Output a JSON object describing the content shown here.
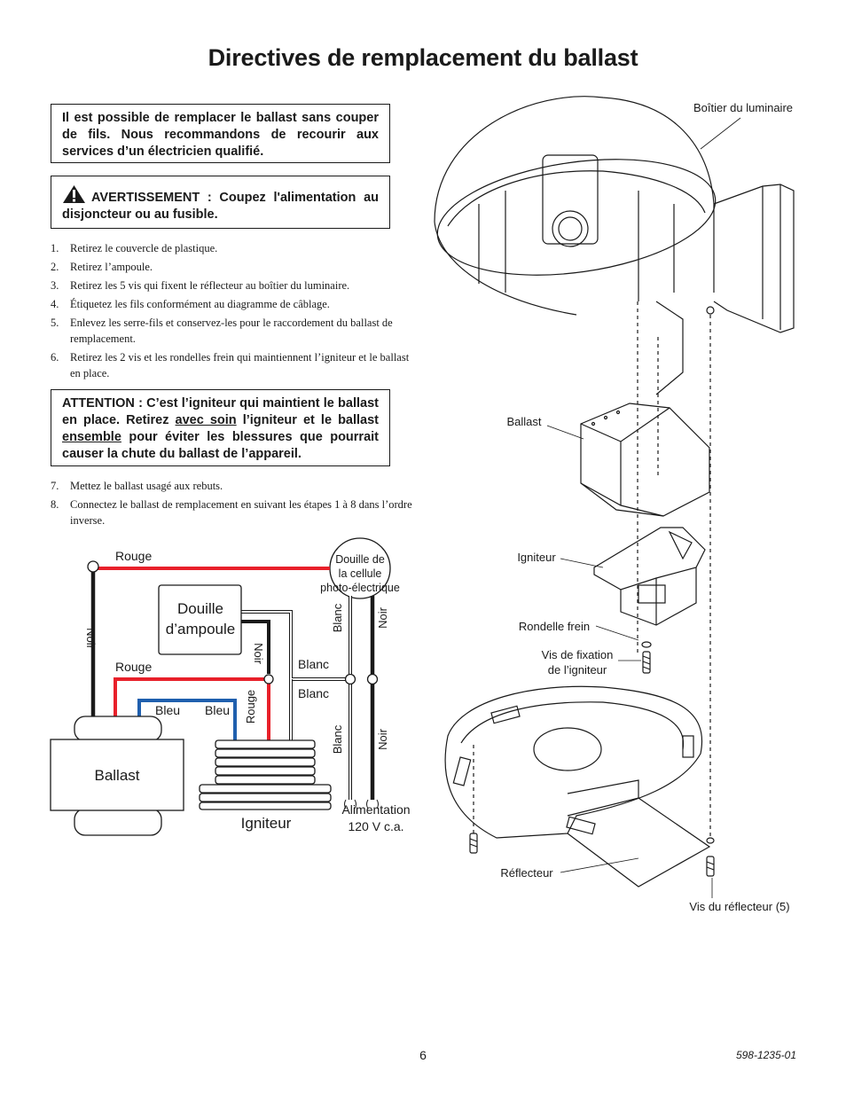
{
  "page": {
    "title": "Directives de remplacement du ballast",
    "page_number": "6",
    "doc_code": "598-1235-01"
  },
  "notice": {
    "text": "Il est possible de remplacer le ballast sans couper de fils. Nous recommandons de recourir aux services d’un électricien qualifié."
  },
  "warning": {
    "text": "AVERTISSEMENT : Coupez l'alimentation au disjoncteur ou au fusible.",
    "icon": "warning-triangle-icon"
  },
  "steps_a": [
    {
      "n": "1.",
      "text": "Retirez le couvercle de plastique."
    },
    {
      "n": "2.",
      "text": "Retirez l’ampoule."
    },
    {
      "n": "3.",
      "text": "Retirez les 5 vis qui fixent le réflecteur au boîtier du luminaire."
    },
    {
      "n": "4.",
      "text": "Étiquetez les fils conformément au diagramme de câblage."
    },
    {
      "n": "5.",
      "text": "Enlevez les serre-fils et conservez-les pour le raccordement du ballast de remplacement."
    },
    {
      "n": "6.",
      "text": "Retirez les 2 vis et les rondelles frein qui maintiennent l’igniteur et le ballast en place."
    }
  ],
  "caution": {
    "part1": "ATTENTION : C’est l’igniteur qui maintient le ballast en place. Retirez ",
    "underline1": "avec soin",
    "part2": " l’igniteur et le ballast ",
    "underline2": "ensemble",
    "part3": " pour éviter les blessures que pourrait causer la chute du ballast de l’appareil."
  },
  "steps_b": [
    {
      "n": "7.",
      "text": "Mettez le ballast usagé aux rebuts."
    },
    {
      "n": "8.",
      "text": "Connectez le ballast de remplacement en suivant les étapes 1 à 8 dans l’ordre inverse."
    }
  ],
  "wiring": {
    "rouge_top": "Rouge",
    "rouge_mid": "Rouge",
    "rouge_vert": "Rouge",
    "noir_left": "Noir",
    "noir_mid": "Noir",
    "noir_right_top": "Noir",
    "noir_right_bottom": "Noir",
    "bleu_1": "Bleu",
    "bleu_2": "Bleu",
    "blanc_1": "Blanc",
    "blanc_2": "Blanc",
    "blanc_vert_top": "Blanc",
    "blanc_vert_bottom": "Blanc",
    "photocell": [
      "Douille de",
      "la cellule",
      "photo-électrique"
    ],
    "socket": [
      "Douille",
      "d’ampoule"
    ],
    "ballast": "Ballast",
    "igniter": "Igniteur",
    "power": [
      "Alimentation",
      "120 V c.a."
    ],
    "colors": {
      "red": "#e8202a",
      "blue": "#1f5fae",
      "black": "#1a1a1a"
    }
  },
  "exploded": {
    "housing": "Boîtier du luminaire",
    "ballast": "Ballast",
    "igniter": "Igniteur",
    "lock_washer": "Rondelle frein",
    "igniter_screw": [
      "Vis de fixation",
      "de l’igniteur"
    ],
    "reflector": "Réflecteur",
    "reflector_screws": "Vis du réflecteur (5)"
  }
}
